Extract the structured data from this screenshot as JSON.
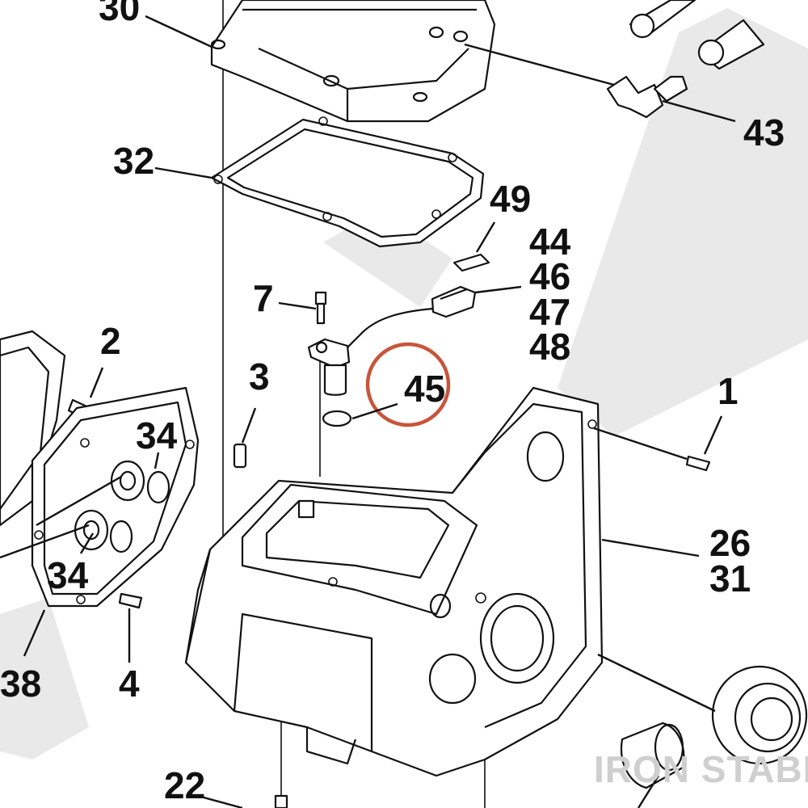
{
  "callouts": {
    "c30": "30",
    "c43": "43",
    "c32": "32",
    "c49": "49",
    "c44": "44",
    "c46": "46",
    "c47": "47",
    "c48": "48",
    "c7": "7",
    "c2": "2",
    "c3": "3",
    "c45": "45",
    "c1": "1",
    "c34a": "34",
    "c34b": "34",
    "c26": "26",
    "c31": "31",
    "c38": "38",
    "c4": "4",
    "c22": "22"
  },
  "brand": "IRON STABLE",
  "colors": {
    "highlight_circle": "#c8553a",
    "ink": "#111111",
    "watermark": "#e9e9e9"
  }
}
